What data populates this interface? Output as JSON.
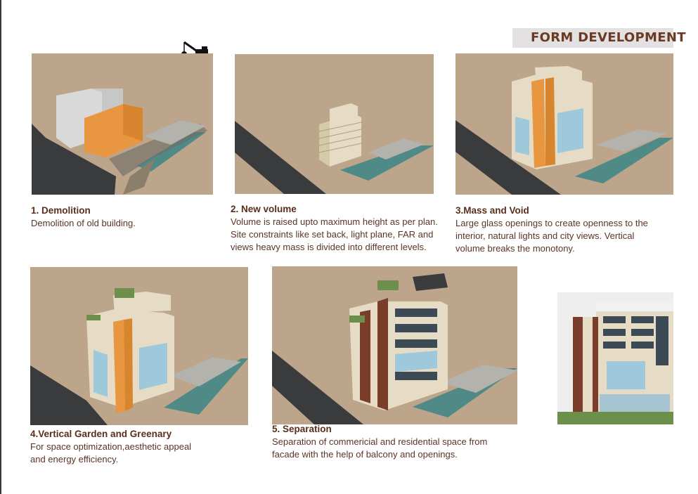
{
  "header": {
    "title": "FORM DEVELOPMENT"
  },
  "steps": [
    {
      "heading": "1. Demolition",
      "lines": [
        "Demolition of old building."
      ]
    },
    {
      "heading": "2. New volume",
      "lines": [
        "Volume is raised upto maximum height as per plan.",
        "Site constraints like set back, light plane, FAR and",
        "views heavy mass is divided into different levels."
      ]
    },
    {
      "heading": "3.Mass and Void",
      "lines": [
        "Large glass openings to create openness to the",
        "interior, natural lights and city views. Vertical",
        "volume breaks the monotony."
      ]
    },
    {
      "heading": "4.Vertical Garden and Greenary",
      "lines": [
        "For space optimization,aesthetic appeal",
        "and energy efficiency."
      ]
    },
    {
      "heading": "5. Separation",
      "lines": [
        "Separation of commericial and residential space from",
        "facade with the help of balcony and openings."
      ]
    }
  ],
  "colors": {
    "ground": "#bca58b",
    "road": "#3a3b3d",
    "water": "#4f8a86",
    "wall": "#e6dcc5",
    "orange": "#e8963f",
    "glass": "#9ec9da",
    "brown": "#7a3d2a",
    "heading": "#5a2e1c"
  },
  "icons": {
    "demolition": "crane-excavator-icon"
  }
}
